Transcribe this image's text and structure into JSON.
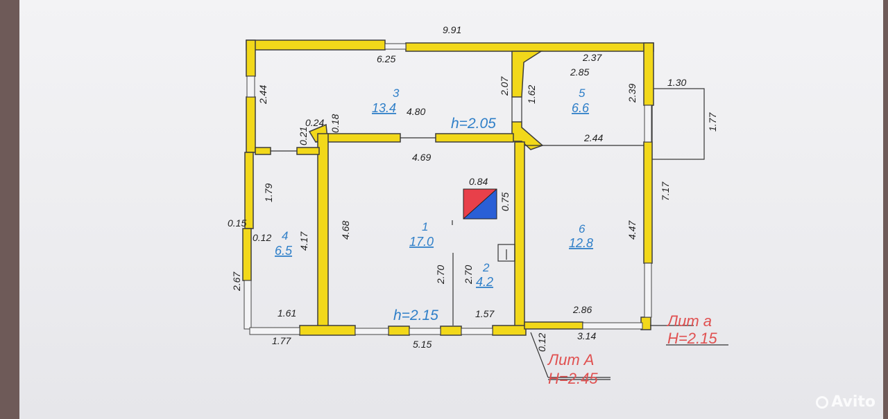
{
  "plan": {
    "overall_dims": {
      "top": "9.91",
      "top_left": "6.25",
      "right_top": "2.37",
      "annex_width": "1.30",
      "annex_depth": "1.77"
    },
    "rooms": [
      {
        "id": "room-1",
        "number": "1",
        "area": "17.0"
      },
      {
        "id": "room-2",
        "number": "2",
        "area": "4.2"
      },
      {
        "id": "room-3",
        "number": "3",
        "area": "13.4"
      },
      {
        "id": "room-4",
        "number": "4",
        "area": "6.5"
      },
      {
        "id": "room-5",
        "number": "5",
        "area": "6.6"
      },
      {
        "id": "room-6",
        "number": "6",
        "area": "12.8"
      }
    ],
    "dimensions": {
      "d_2_44_left": "2.44",
      "d_4_80": "4.80",
      "d_2_07": "2.07",
      "d_1_62": "1.62",
      "d_2_85": "2.85",
      "d_2_39": "2.39",
      "d_0_24": "0.24",
      "d_0_18": "0.18",
      "d_0_21": "0.21",
      "d_4_69": "4.69",
      "d_2_44_right": "2.44",
      "d_7_17": "7.17",
      "d_1_79": "1.79",
      "d_0_84": "0.84",
      "d_0_75": "0.75",
      "d_0_15": "0.15",
      "d_0_12_left": "0.12",
      "d_4_17": "4.17",
      "d_4_68": "4.68",
      "d_4_47": "4.47",
      "d_2_67": "2.67",
      "d_2_70_a": "2.70",
      "d_2_70_b": "2.70",
      "d_1_61": "1.61",
      "d_1_57": "1.57",
      "d_2_86": "2.86",
      "d_1_77_bottom": "1.77",
      "d_5_15": "5.15",
      "d_0_12_bottom": "0.12",
      "d_3_14": "3.14"
    },
    "ceiling_heights": {
      "h_upper": "h=2.05",
      "h_lower": "h=2.15"
    },
    "litera": {
      "lit_a_small": "Лит а",
      "lit_a_small_h": "H=2.15",
      "lit_a_big": "Лит А",
      "lit_a_big_h": "H=2.45"
    },
    "colors": {
      "walls": "#f2d81a",
      "labels": "#2f7fc8",
      "litera": "#e05050",
      "stove_red": "#e8404a",
      "stove_blue": "#2a5fd6"
    }
  },
  "watermark": {
    "text": "Avito"
  }
}
